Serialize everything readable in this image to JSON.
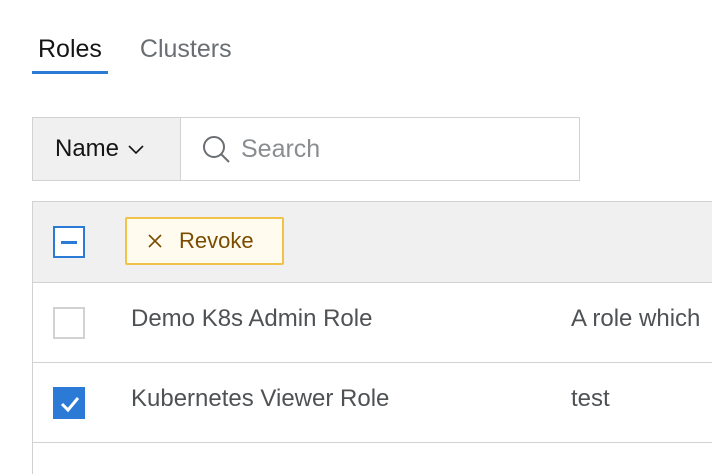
{
  "tabs": [
    {
      "label": "Roles",
      "active": true
    },
    {
      "label": "Clusters",
      "active": false
    }
  ],
  "toolbar": {
    "filter_label": "Name",
    "search_placeholder": "Search"
  },
  "bulk": {
    "revoke_label": "Revoke"
  },
  "rows": [
    {
      "name": "Demo K8s Admin Role",
      "description": "A role which",
      "checked": false
    },
    {
      "name": "Kubernetes Viewer Role",
      "description": "test",
      "checked": true
    }
  ],
  "colors": {
    "accent": "#2b7bd6",
    "warning_border": "#f0c24a",
    "warning_text": "#7a4c00"
  }
}
